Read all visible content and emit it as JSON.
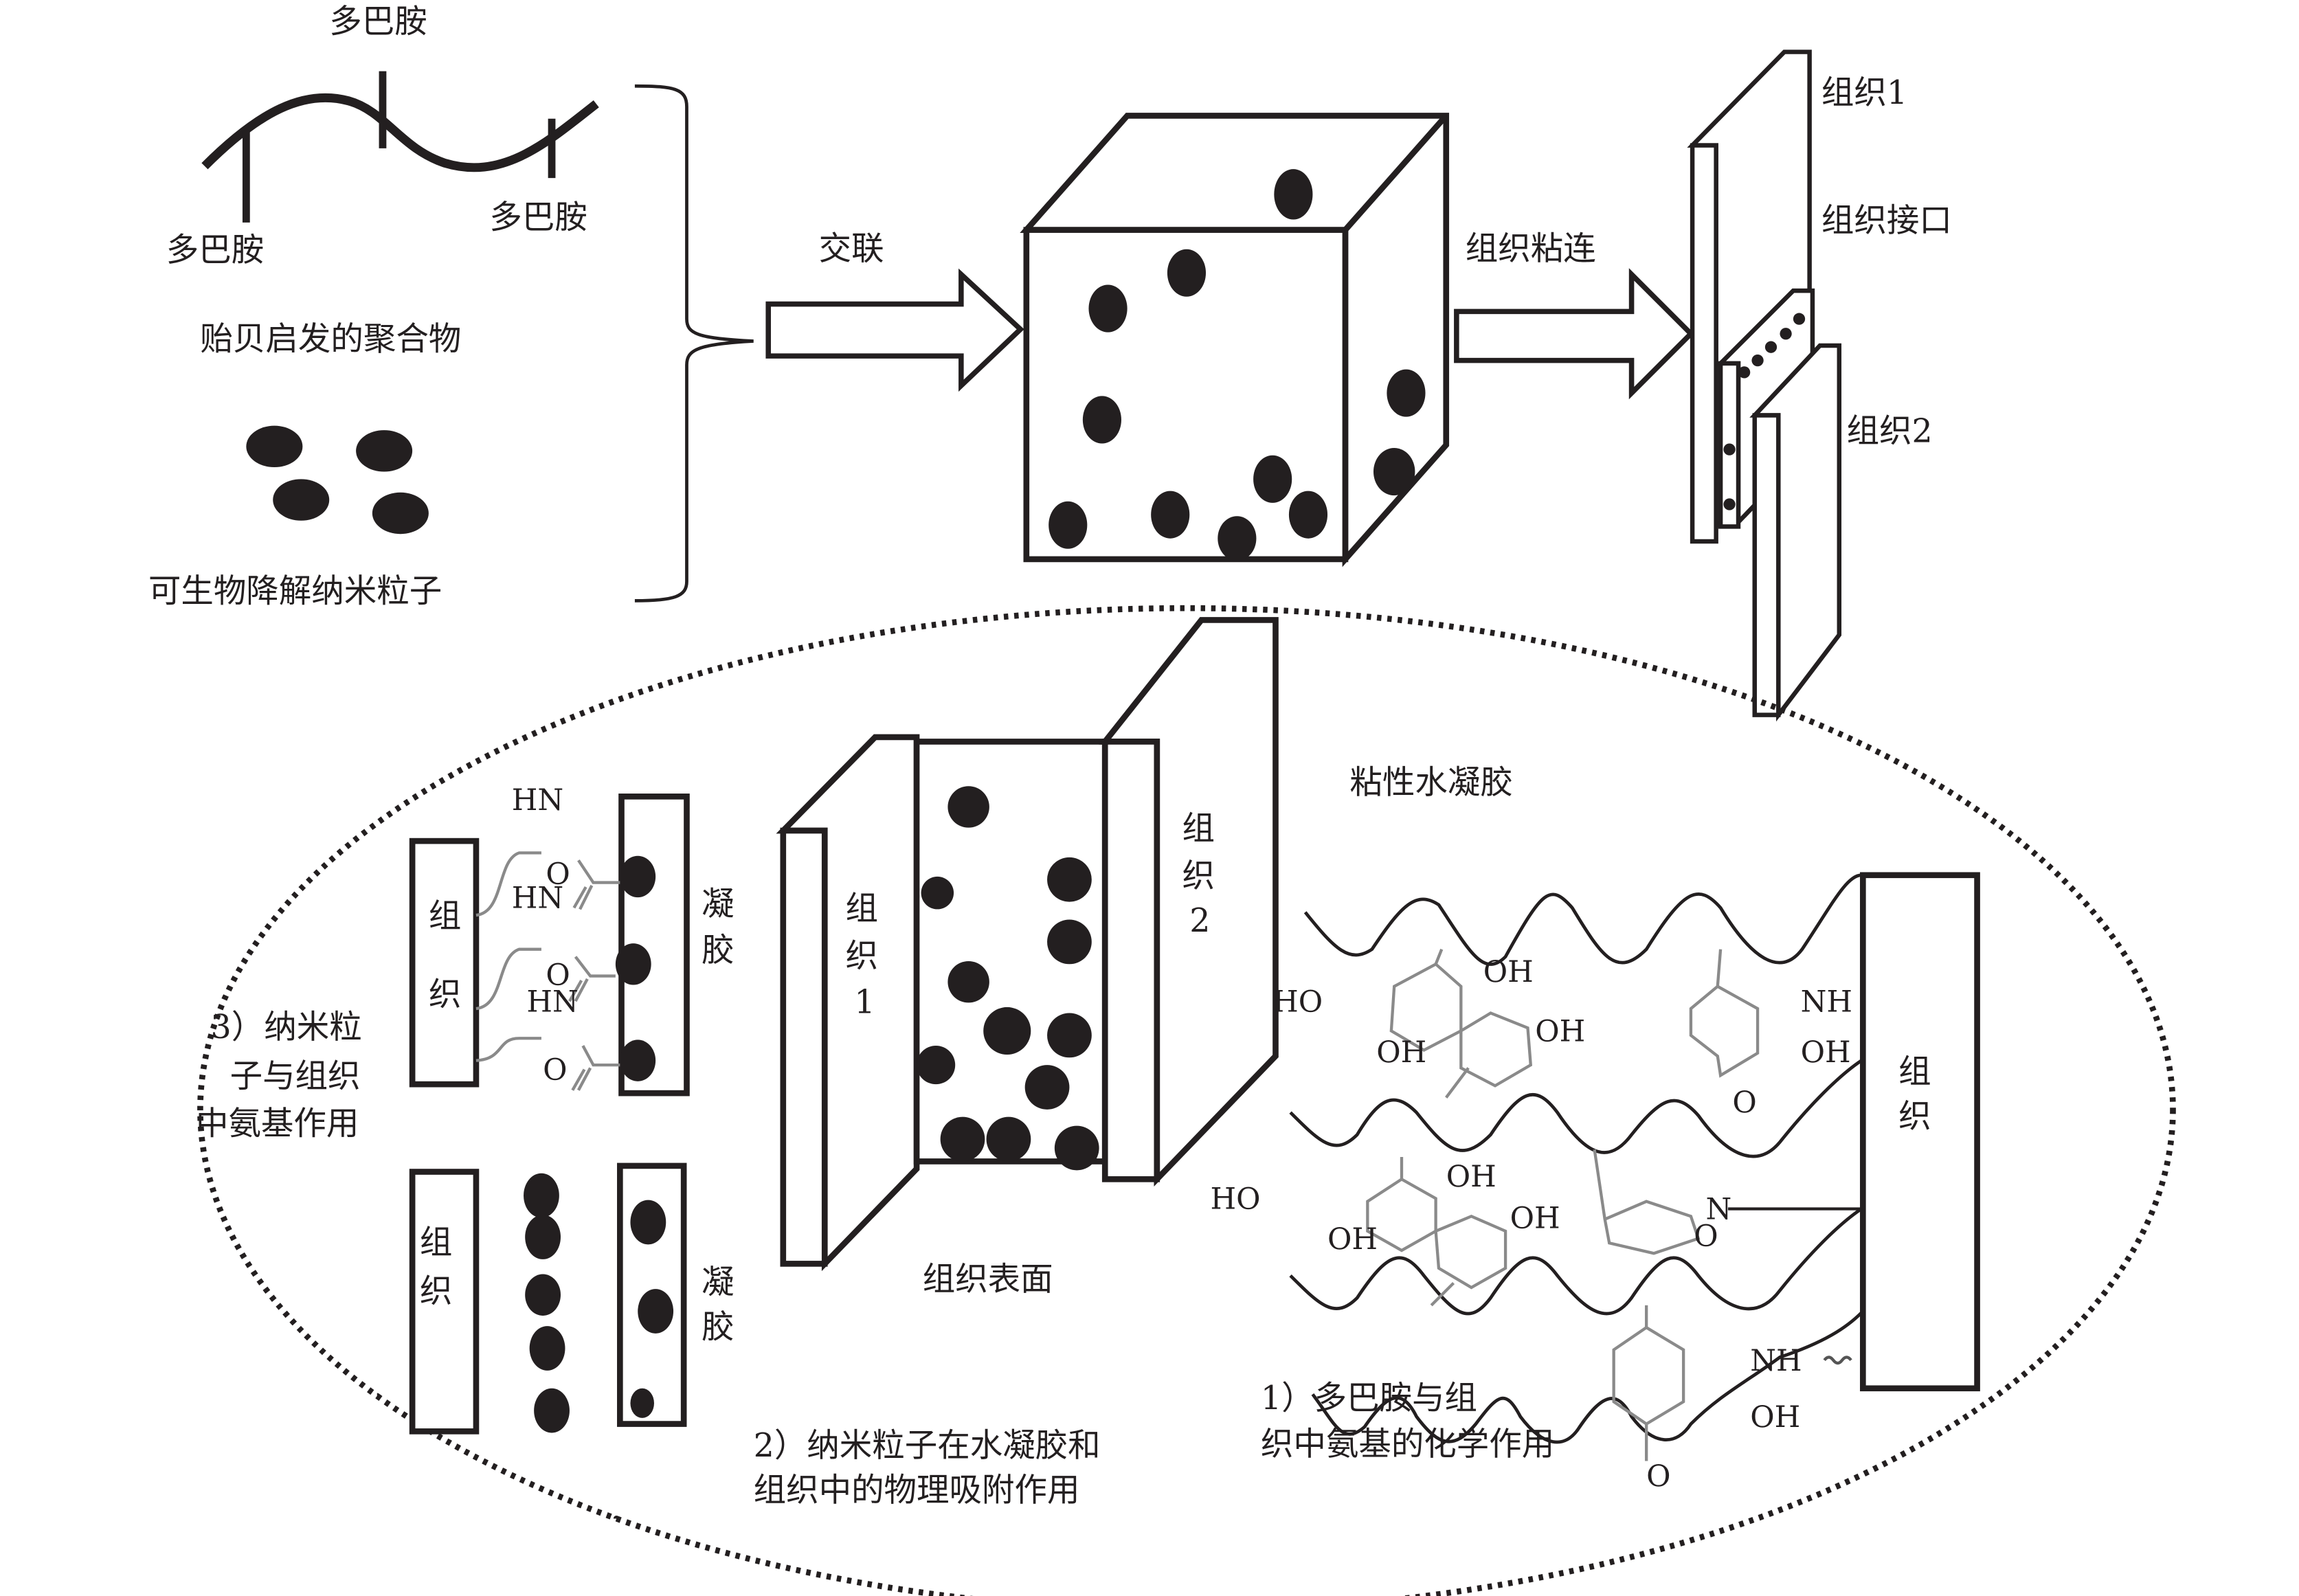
{
  "diagram": {
    "title": "贻贝启发的粘性水凝胶组织粘连机理示意图",
    "top_left": {
      "polymer_side_groups": [
        "多巴胺",
        "多巴胺",
        "多巴胺"
      ],
      "polymer_label": "贻贝启发的聚合物",
      "nanoparticle_label": "可生物降解纳米粒子"
    },
    "arrows": {
      "crosslink": "交联",
      "tissue_adhesion": "组织粘连"
    },
    "tissue_stack": {
      "tissue1": "组织1",
      "interface": "组织接口",
      "tissue2": "组织2"
    },
    "zoom_panel": {
      "mechanism3": {
        "tissue_label": [
          "组",
          "织"
        ],
        "gel_label": [
          "凝",
          "胶"
        ],
        "amide_groups": [
          {
            "nh": "HN",
            "o": "O"
          },
          {
            "nh": "HN",
            "o": "O"
          },
          {
            "nh": "HN",
            "o": "O"
          }
        ],
        "caption": [
          "3）纳米粒",
          "子与组织",
          "中氨基作用"
        ]
      },
      "physical_adsorption": {
        "tissue_label": [
          "组",
          "织"
        ],
        "gel_label": [
          "凝",
          "胶"
        ]
      },
      "center": {
        "tissue1": [
          "组",
          "织",
          "1"
        ],
        "tissue2": [
          "组",
          "织",
          "2"
        ],
        "surface_label": "组织表面",
        "caption": [
          "2）纳米粒子在水凝胶和",
          "组织中的物理吸附作用"
        ]
      },
      "hydrogel": {
        "title": "粘性水凝胶",
        "tissue_label": [
          "组",
          "织"
        ],
        "groups": {
          "ho1": "HO",
          "oh1": "OH",
          "oh2": "OH",
          "oh3": "OH",
          "nh1": "NH",
          "oh4": "OH",
          "o1": "O",
          "ho2": "HO",
          "oh5": "OH",
          "oh6": "OH",
          "oh7": "OH",
          "n1": "N",
          "o2": "O",
          "nh2": "NH",
          "oh8": "OH",
          "o3": "O"
        },
        "caption": [
          "1）多巴胺与组",
          "织中氨基的化学作用"
        ]
      }
    }
  }
}
